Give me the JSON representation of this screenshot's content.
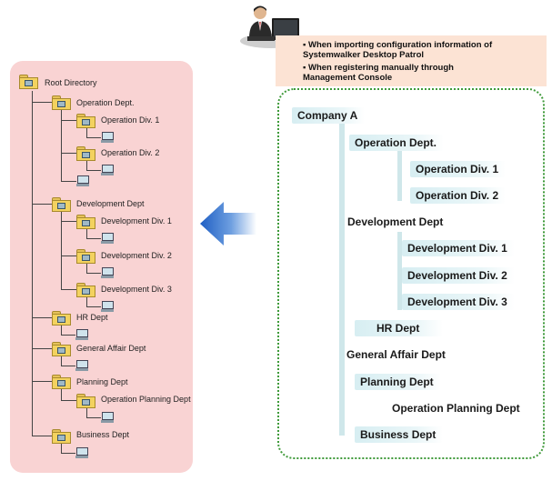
{
  "info": {
    "line1": "▪  When importing configuration information of",
    "line2": "Systemwalker Desktop Patrol",
    "line3": "▪  When registering manually through",
    "line4": "Management Console"
  },
  "right_tree": {
    "company": "Company A",
    "operation_dept": "Operation Dept.",
    "operation_div1": "Operation Div. 1",
    "operation_div2": "Operation Div. 2",
    "development_dept": "Development Dept",
    "development_div1": "Development Div. 1",
    "development_div2": "Development Div. 2",
    "development_div3": "Development Div. 3",
    "hr_dept": "HR Dept",
    "general_affair_dept": "General Affair Dept",
    "planning_dept": "Planning Dept",
    "operation_planning_dept": "Operation Planning Dept",
    "business_dept": "Business  Dept"
  },
  "left_tree": {
    "root": "Root Directory",
    "operation_dept": "Operation Dept.",
    "operation_div1": "Operation Div. 1",
    "operation_div2": "Operation Div. 2",
    "development_dept": "Development Dept",
    "development_div1": "Development Div. 1",
    "development_div2": "Development Div. 2",
    "development_div3": "Development Div. 3",
    "hr_dept": "HR Dept",
    "general_affair_dept": "General Affair Dept",
    "planning_dept": "Planning Dept",
    "operation_planning_dept": "Operation Planning Dept",
    "business_dept": "Business Dept"
  },
  "colors": {
    "left_panel": "#f9d3d3",
    "info_box": "#fce3d4",
    "right_border": "#3f9a3a",
    "arrow": "#2f6fc9",
    "node_highlight": "#d7eef2"
  },
  "icons": [
    "folder-icon",
    "computer-icon",
    "administrator-icon",
    "arrow-left-icon"
  ]
}
